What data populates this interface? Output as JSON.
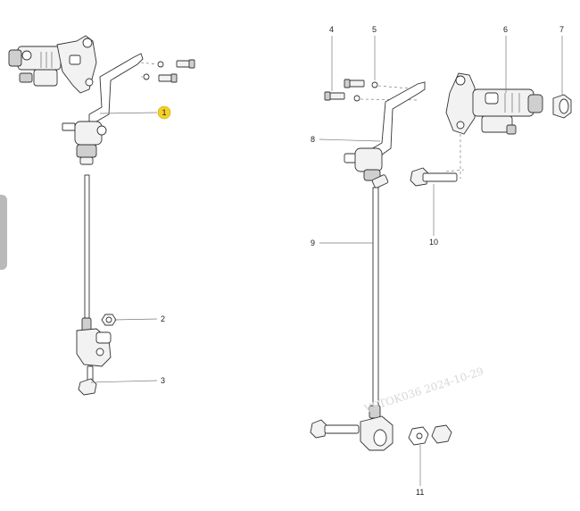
{
  "callouts": {
    "c1": "1",
    "c2": "2",
    "c3": "3",
    "c4": "4",
    "c5": "5",
    "c6": "6",
    "c7": "7",
    "c8": "8",
    "c9": "9",
    "c10": "10",
    "c11": "11"
  },
  "watermark": {
    "stamp": "VSTOK036   2024-10-29"
  },
  "colors": {
    "highlight_badge": "#f3cf2a",
    "line": "#7a7a7a",
    "outline": "#333333"
  }
}
